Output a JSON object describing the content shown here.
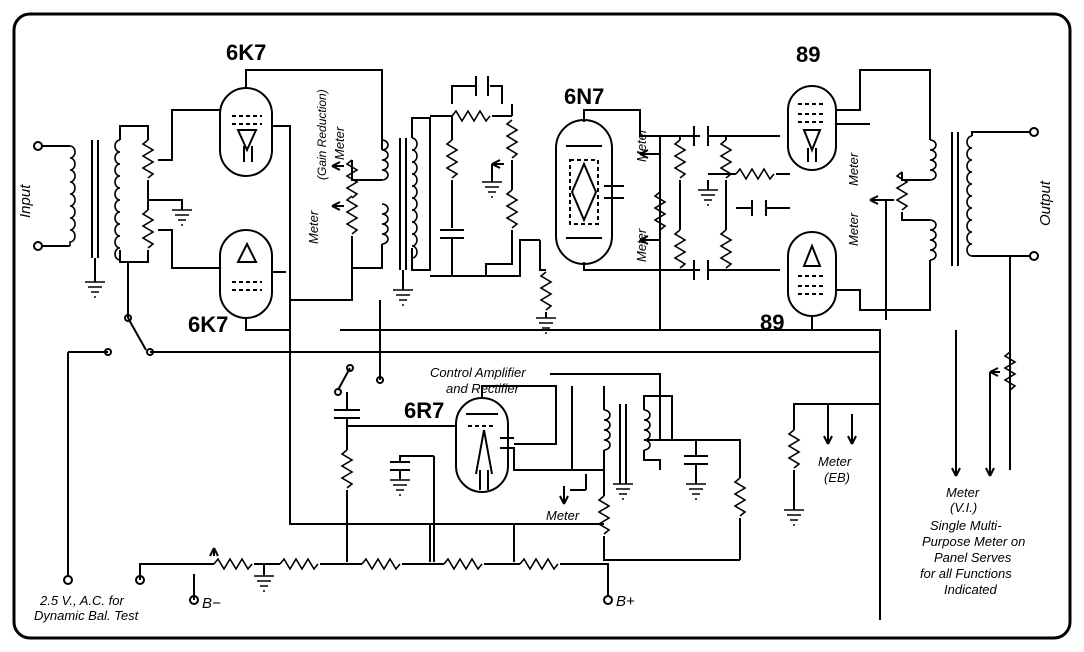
{
  "labels": {
    "input": "Input",
    "output": "Output",
    "meter_gain_a": "Meter",
    "meter_gain_b": "Meter",
    "meter_gain_c": "(Gain Reduction)",
    "meter_6n7_top": "Meter",
    "meter_6n7_bot": "Meter",
    "meter_89_top": "Meter",
    "meter_89_bot": "Meter",
    "control_amp_1": "Control Amplifier",
    "control_amp_2": "and Rectifier",
    "meter_ctrl": "Meter",
    "meter_eb_1": "Meter",
    "meter_eb_2": "(EB)",
    "meter_vi_1": "Meter",
    "meter_vi_2": "(V.I.)",
    "multi_1": "Single Multi-",
    "multi_2": "Purpose Meter on",
    "multi_3": "Panel Serves",
    "multi_4": "for all Functions",
    "multi_5": "Indicated",
    "test_1": "2.5 V., A.C. for",
    "test_2": "Dynamic Bal. Test",
    "b_minus": "B−",
    "b_plus": "B+"
  },
  "tubes": {
    "t1": "6K7",
    "t2": "6K7",
    "t3": "6N7",
    "t4": "89",
    "t5": "89",
    "t6": "6R7"
  }
}
